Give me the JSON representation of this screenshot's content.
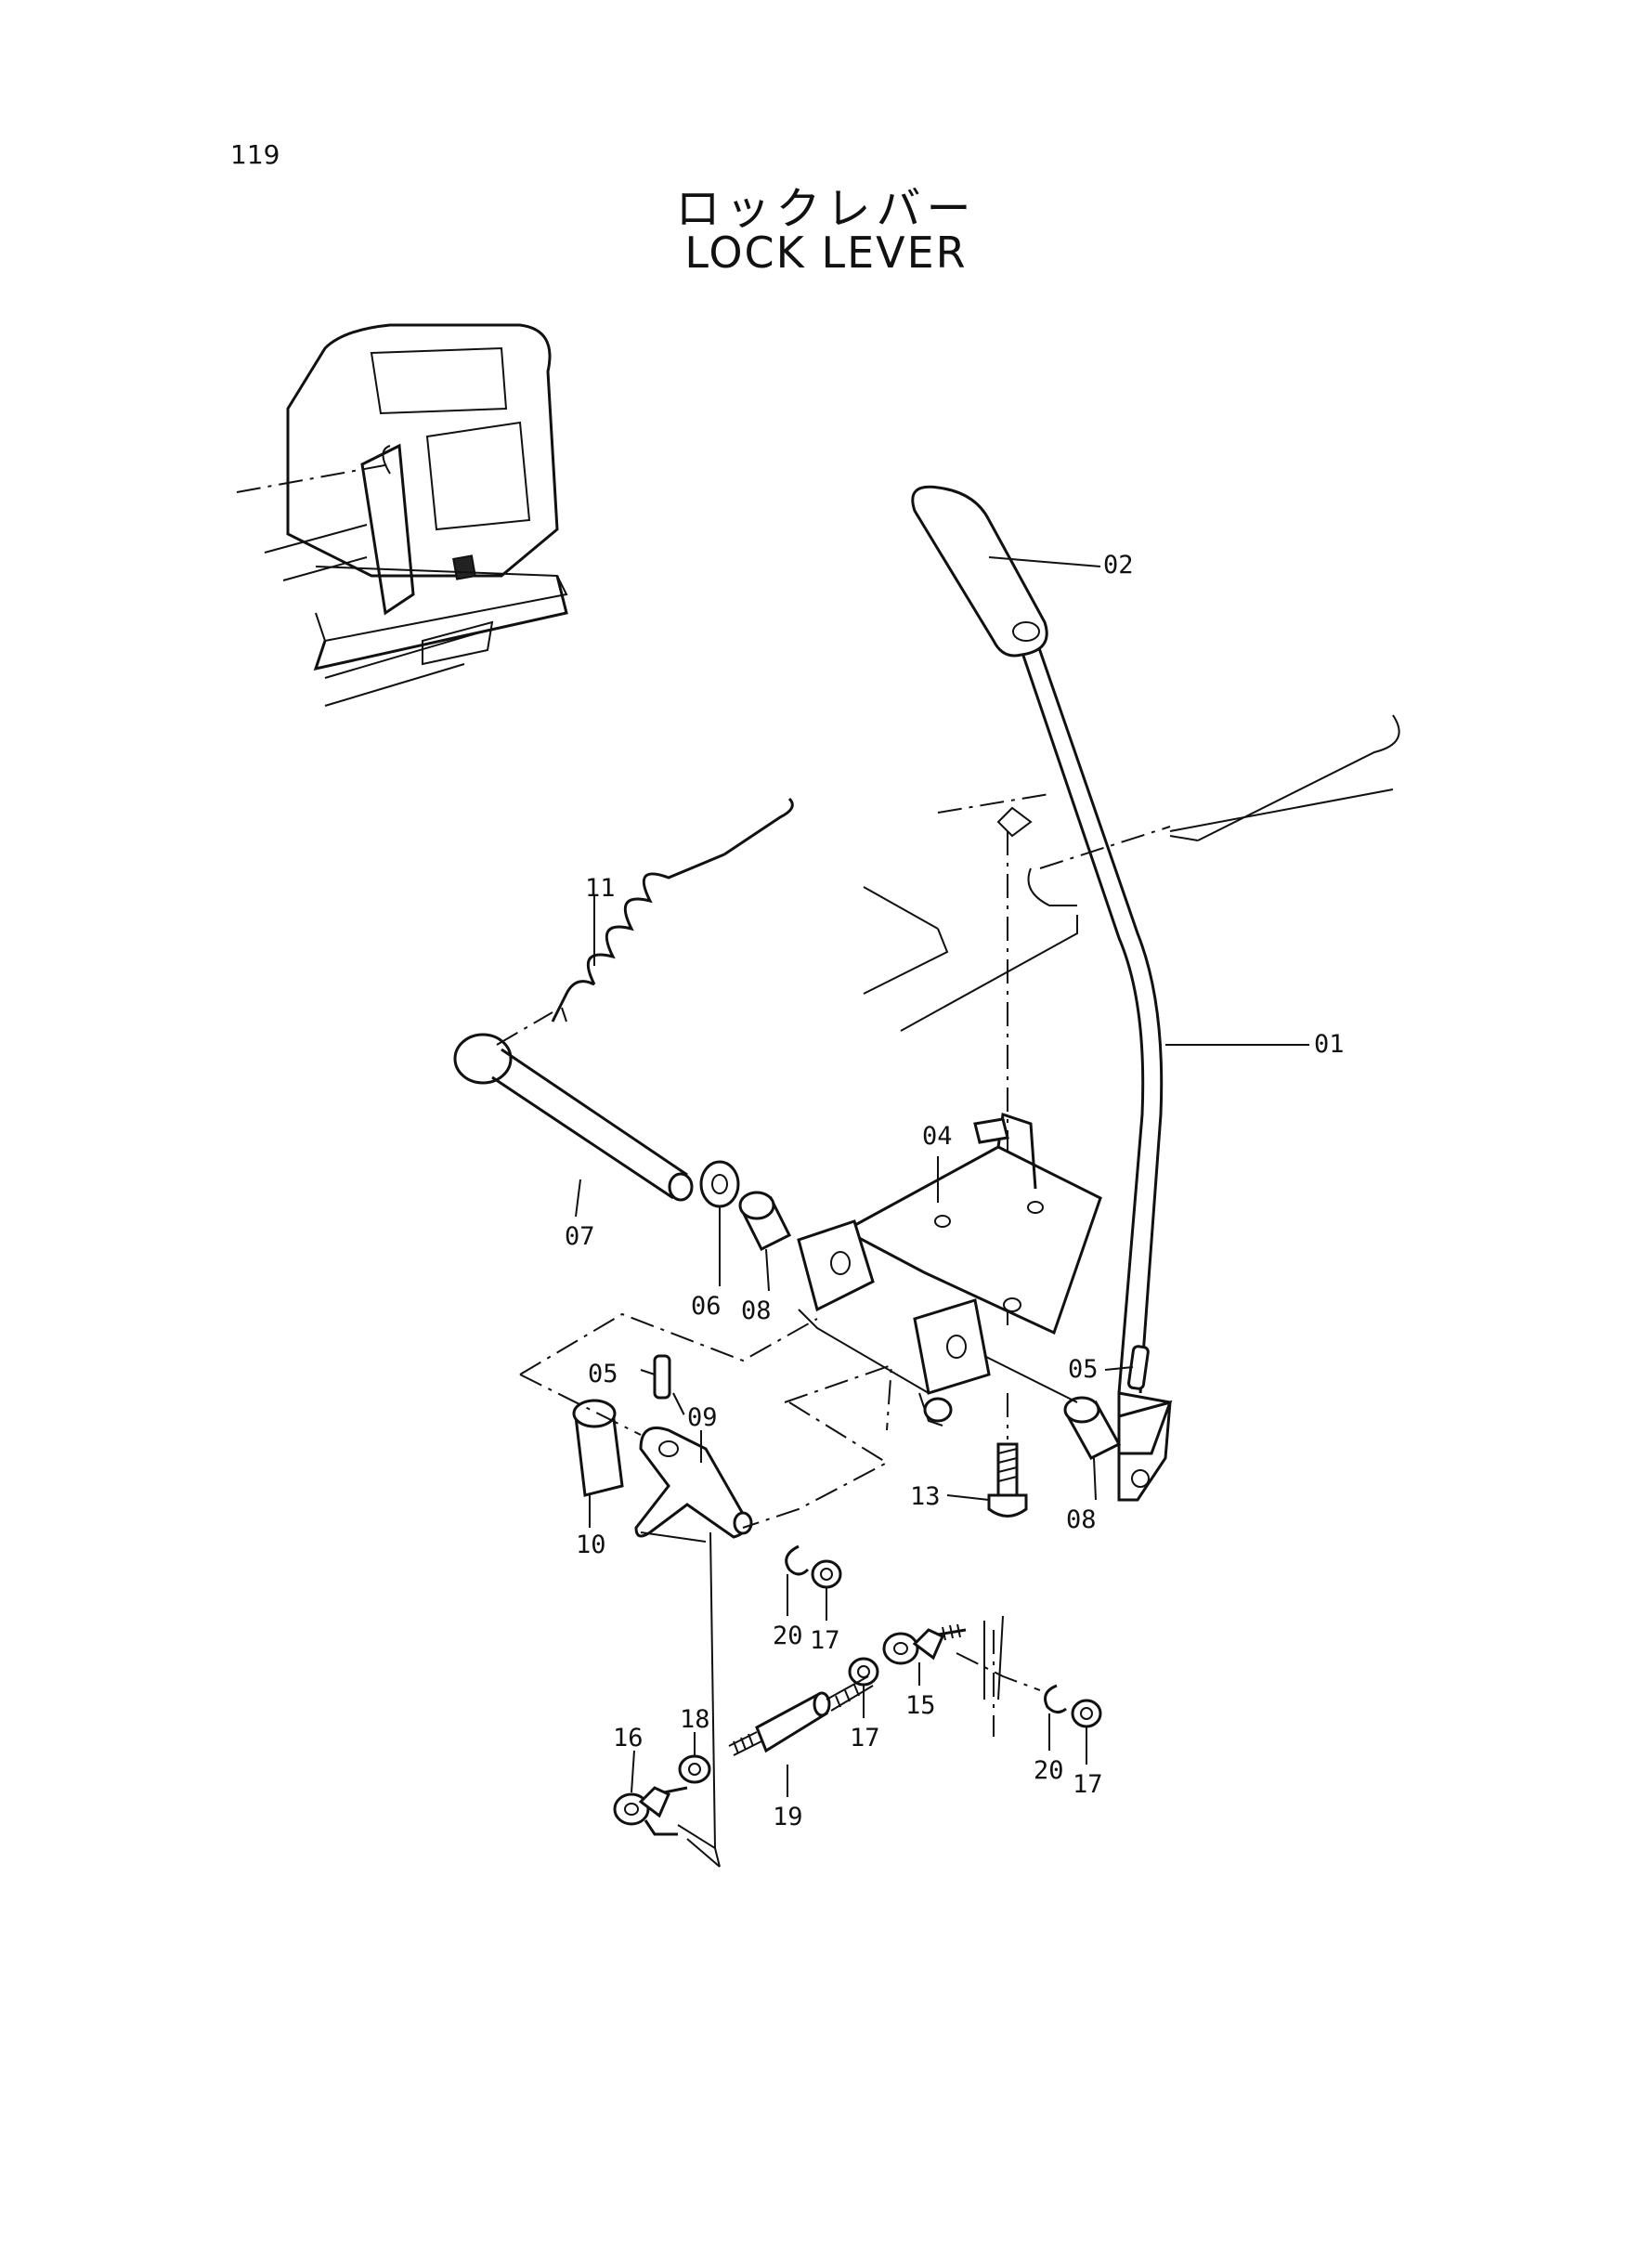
{
  "page": {
    "number": "119"
  },
  "title": {
    "jp": "ロックレバー",
    "en": "LOCK LEVER"
  },
  "callouts": [
    {
      "id": "01"
    },
    {
      "id": "02"
    },
    {
      "id": "04"
    },
    {
      "id": "05"
    },
    {
      "id": "05"
    },
    {
      "id": "06"
    },
    {
      "id": "07"
    },
    {
      "id": "08"
    },
    {
      "id": "08"
    },
    {
      "id": "09"
    },
    {
      "id": "10"
    },
    {
      "id": "11"
    },
    {
      "id": "13"
    },
    {
      "id": "15"
    },
    {
      "id": "16"
    },
    {
      "id": "17"
    },
    {
      "id": "17"
    },
    {
      "id": "17"
    },
    {
      "id": "18"
    },
    {
      "id": "19"
    },
    {
      "id": "20"
    },
    {
      "id": "20"
    }
  ]
}
